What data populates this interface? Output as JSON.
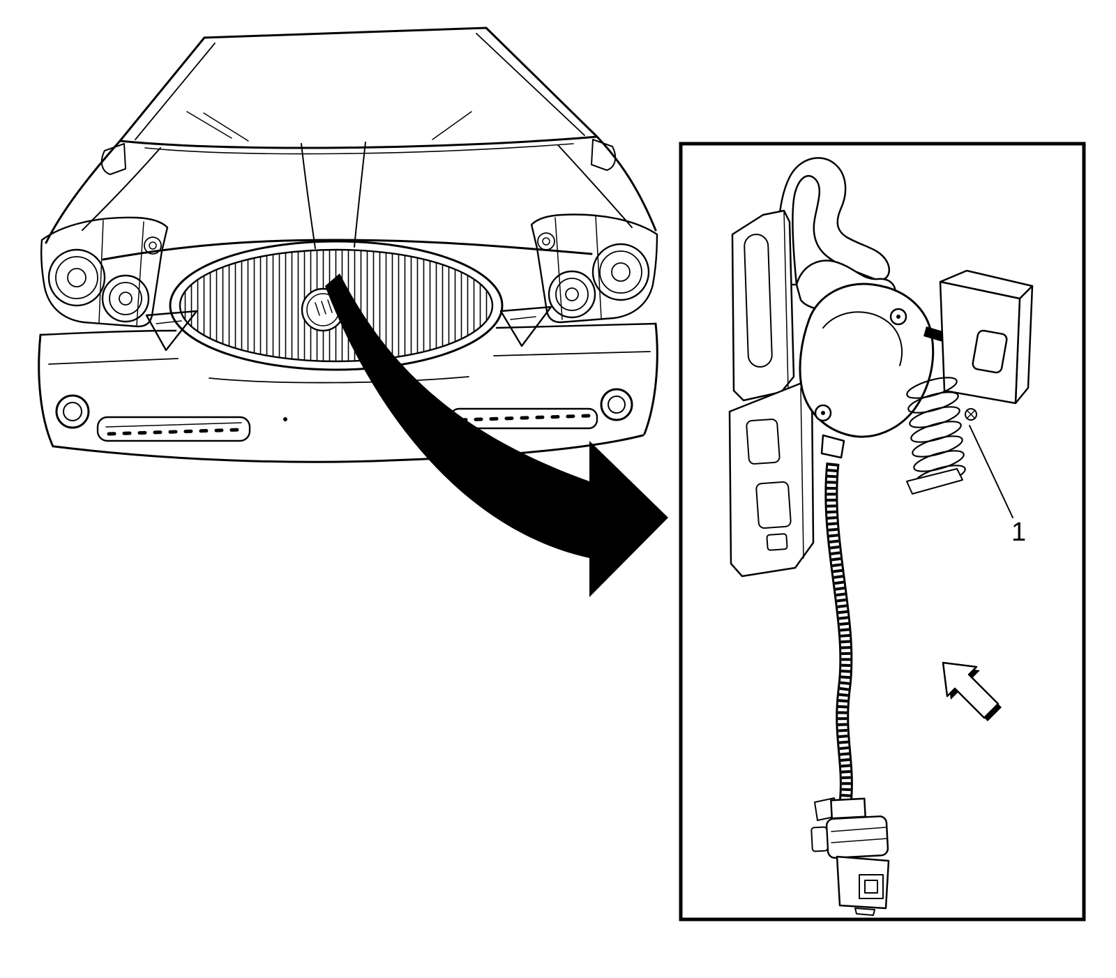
{
  "figure": {
    "type": "technical-illustration",
    "subject": "vehicle-front-and-hood-latch-detail",
    "callouts": [
      {
        "label": "1",
        "points_to": "hood-latch-assembly"
      }
    ],
    "colors": {
      "line": "#000000",
      "background": "#ffffff",
      "arrow_fill": "#000000",
      "inset_border": "#000000"
    }
  }
}
